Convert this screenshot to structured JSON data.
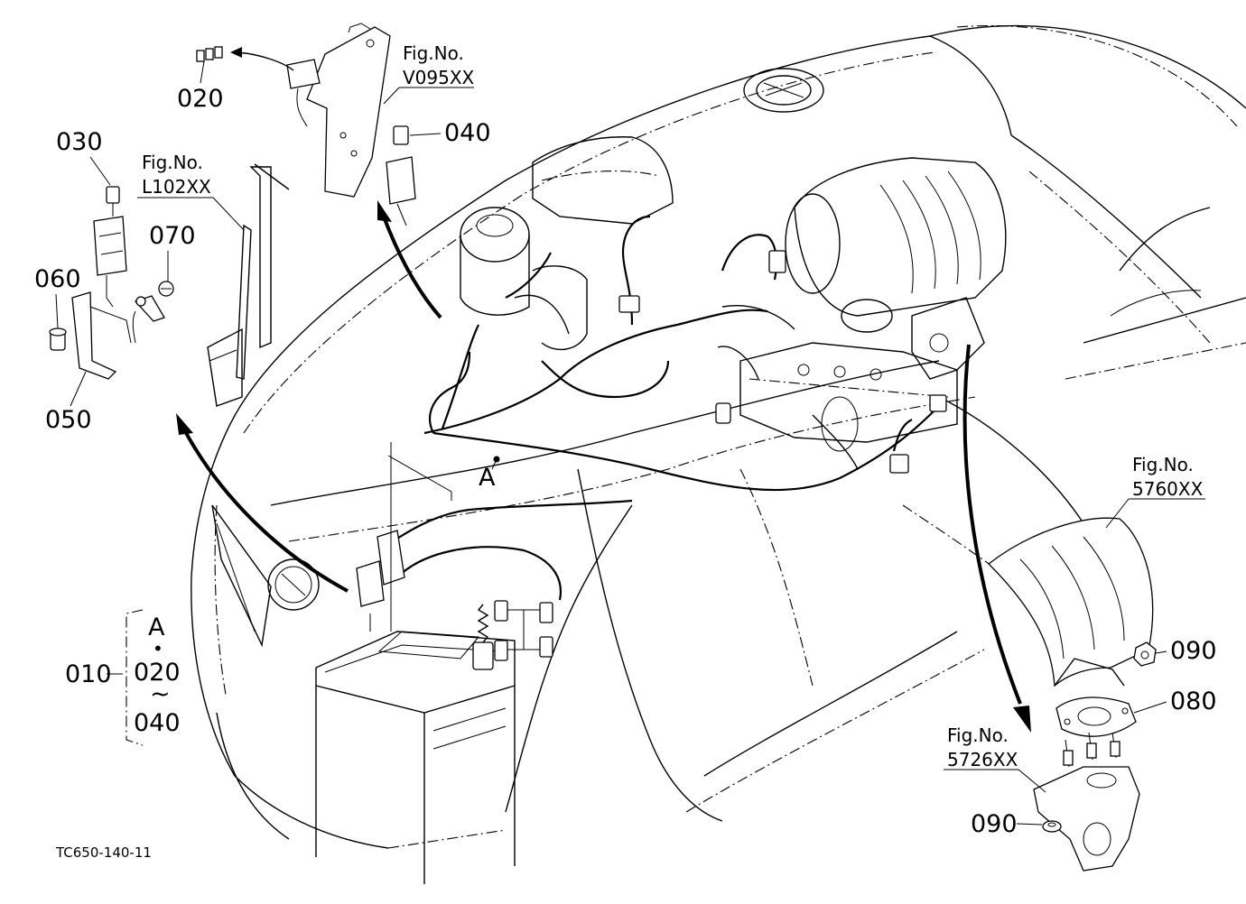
{
  "figure_refs": [
    {
      "id": "v095",
      "line1": "Fig.No.",
      "line2": "V095XX"
    },
    {
      "id": "l102",
      "line1": "Fig.No.",
      "line2": "L102XX"
    },
    {
      "id": "5760",
      "line1": "Fig.No.",
      "line2": "5760XX"
    },
    {
      "id": "5726",
      "line1": "Fig.No.",
      "line2": "5726XX"
    }
  ],
  "part_labels": {
    "p010": "010",
    "p020": "020",
    "p030": "030",
    "p040": "040",
    "p050": "050",
    "p060": "060",
    "p070": "070",
    "p080": "080",
    "p090a": "090",
    "p090b": "090"
  },
  "detail_marker": "A",
  "assembly_group": {
    "marker": "A",
    "bullet": "•",
    "from": "020",
    "tilde": "~",
    "to": "040"
  },
  "drawing_code": "TC650-140-11"
}
